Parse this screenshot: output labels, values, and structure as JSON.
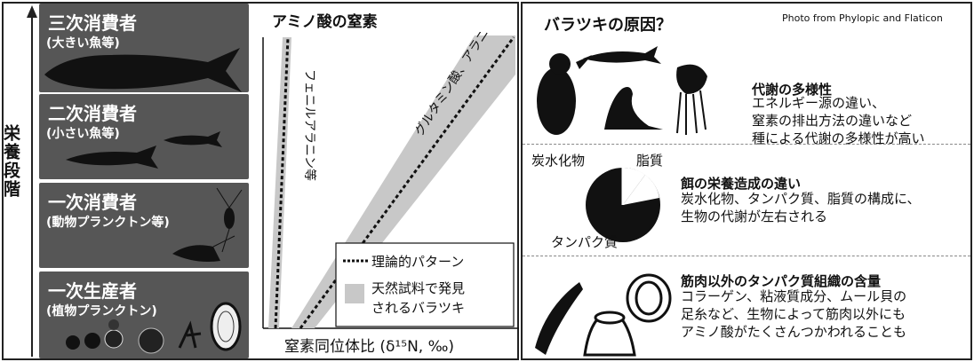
{
  "trophic": {
    "axis_label": "栄養段階",
    "levels": [
      {
        "name": "三次消費者",
        "sub": "(大きい魚等)"
      },
      {
        "name": "二次消費者",
        "sub": "(小さい魚等)"
      },
      {
        "name": "一次消費者",
        "sub": "(動物プランクトン等)"
      },
      {
        "name": "一次生産者",
        "sub": "(植物プランクトン)"
      }
    ]
  },
  "chart": {
    "title": "アミノ酸の窒素",
    "band1_label": "フェニルアラニン等",
    "band2_label": "グルタミン酸、アラニン等",
    "xlabel": "窒素同位体比 (δ¹⁵N, ‰)",
    "legend": {
      "line": "理論的パターン",
      "band_line1": "天然試料で発見",
      "band_line2": "されるバラツキ"
    },
    "colors": {
      "band": "#c8c8c8",
      "line": "#111111"
    }
  },
  "right": {
    "title": "バラツキの原因？",
    "credit": "Photo from Phylopic and Flaticon",
    "sections": [
      {
        "heading": "代謝の多様性",
        "lines": [
          "エネルギー源の違い、",
          "窒素の排出方法の違いなど",
          "種による代謝の多様性が高い"
        ]
      },
      {
        "heading": "餌の栄養造成の違い",
        "lines": [
          "炭水化物、タンパク質、脂質の構成に、",
          "生物の代謝が左右される"
        ]
      },
      {
        "heading": "筋肉以外のタンパク質組織の含量",
        "lines": [
          "コラーゲン、粘液質成分、ムール貝の",
          "足糸など、生物によって筋肉以外にも",
          "アミノ酸がたくさんつかわれることも"
        ]
      }
    ],
    "pie": {
      "labels": [
        "炭水化物",
        "脂質",
        "タンパク質"
      ]
    }
  }
}
